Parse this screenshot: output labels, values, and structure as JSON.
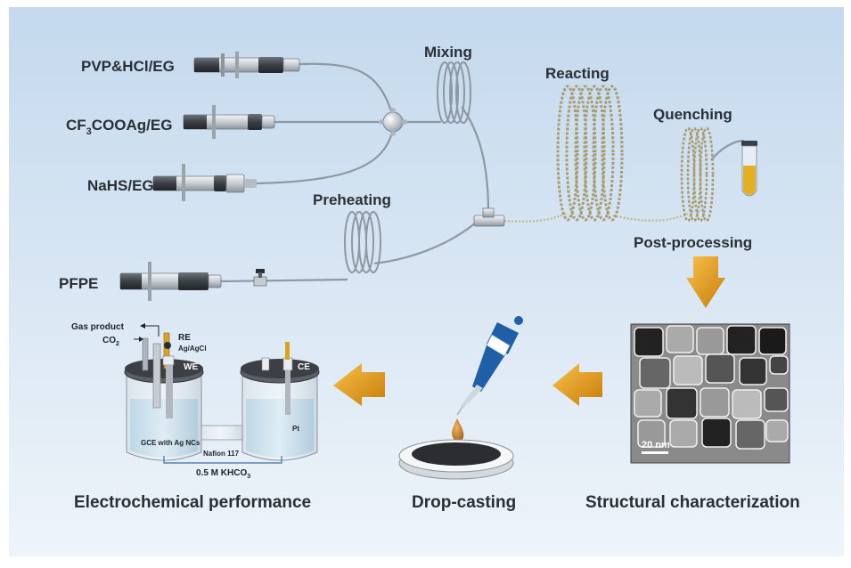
{
  "reagents": {
    "pvp": "PVP&HCl/EG",
    "cf3_prefix": "CF",
    "cf3_sub": "3",
    "cf3_suffix": "COOAg/EG",
    "nahs": "NaHS/EG",
    "pfpe": "PFPE"
  },
  "steps": {
    "mixing": "Mixing",
    "preheating": "Preheating",
    "reacting": "Reacting",
    "quenching": "Quenching",
    "post_processing": "Post-processing"
  },
  "bottom": {
    "electrochem": "Electrochemical performance",
    "drop_casting": "Drop-casting",
    "structural": "Structural characterization",
    "scale_bar": "20 nm"
  },
  "cell": {
    "gas_product": "Gas product",
    "co2_prefix": "CO",
    "co2_sub": "2",
    "re": "RE",
    "ag_agcl": "Ag/AgCl",
    "we": "WE",
    "ce": "CE",
    "gce": "GCE with Ag NCs",
    "pt": "Pt",
    "nafion": "Nafion 117",
    "electrolyte_prefix": "0.5 M KHCO",
    "electrolyte_sub": "3"
  },
  "colors": {
    "background_top": "#c6dbee",
    "background_bottom": "#eef4fa",
    "arrow": "#e8a316",
    "tube": "#8e98a2",
    "coil_dots": "#e3c66a"
  }
}
